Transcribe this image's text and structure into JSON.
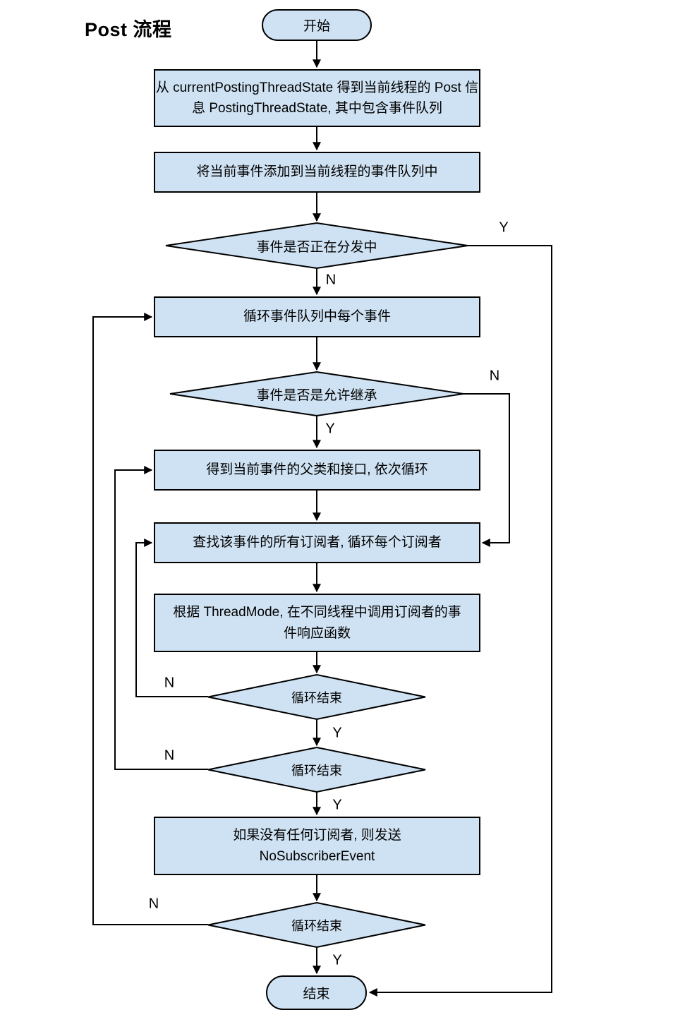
{
  "title": "Post 流程",
  "colors": {
    "node_fill": "#cfe2f3",
    "node_border": "#000000",
    "line": "#000000"
  },
  "nodes": {
    "start": {
      "label": "开始"
    },
    "p1": {
      "label": "从 currentPostingThreadState 得到当前线程的 Post 信息 PostingThreadState, 其中包含事件队列"
    },
    "p2": {
      "label": "将当前事件添加到当前线程的事件队列中"
    },
    "d1": {
      "label": "事件是否正在分发中"
    },
    "p3": {
      "label": "循环事件队列中每个事件"
    },
    "d2": {
      "label": "事件是否是允许继承"
    },
    "p4": {
      "label": "得到当前事件的父类和接口, 依次循环"
    },
    "p5": {
      "label": "查找该事件的所有订阅者, 循环每个订阅者"
    },
    "p6": {
      "label": "根据 ThreadMode, 在不同线程中调用订阅者的事件响应函数"
    },
    "d3": {
      "label": "循环结束"
    },
    "d4": {
      "label": "循环结束"
    },
    "p7": {
      "label": "如果没有任何订阅者, 则发送 NoSubscriberEvent"
    },
    "d5": {
      "label": "循环结束"
    },
    "end": {
      "label": "结束"
    }
  },
  "edge_labels": {
    "d1_yes": "Y",
    "d1_no": "N",
    "d2_no": "N",
    "d2_yes": "Y",
    "d3_no": "N",
    "d3_yes": "Y",
    "d4_no": "N",
    "d4_yes": "Y",
    "d5_no": "N",
    "d5_yes": "Y"
  }
}
